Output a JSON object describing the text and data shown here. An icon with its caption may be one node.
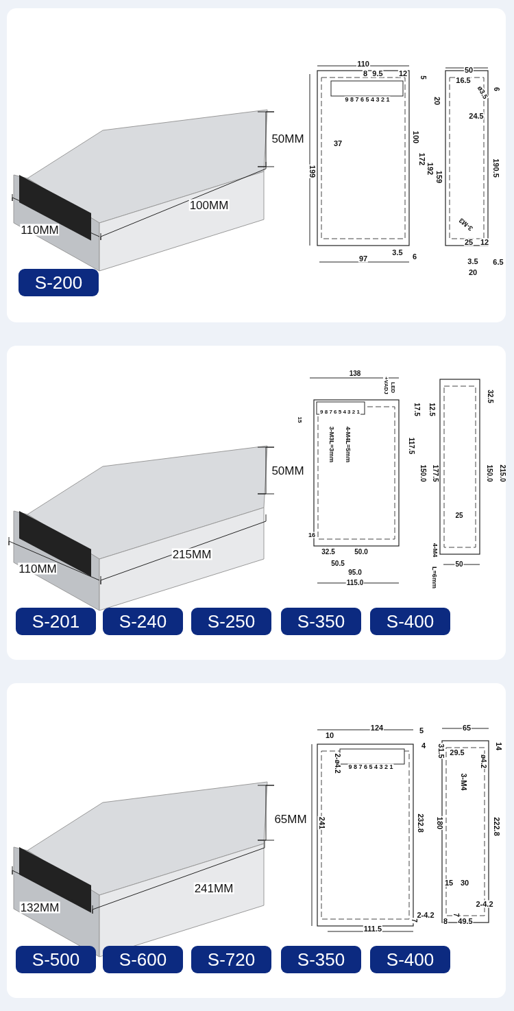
{
  "diagram": {
    "nodes": [
      {
        "text": [
          "S-200"
        ]
      },
      {
        "text": [
          "S-201"
        ]
      },
      {
        "text": [
          "S-240"
        ]
      },
      {
        "text": [
          "S-250"
        ]
      },
      {
        "text": [
          "S-350"
        ]
      },
      {
        "text": [
          "S-400"
        ]
      },
      {
        "text": [
          "S-500"
        ]
      },
      {
        "text": [
          "S-600"
        ]
      },
      {
        "text": [
          "S-720"
        ]
      },
      {
        "text": [
          "S-350"
        ]
      },
      {
        "text": [
          "S-400"
        ]
      }
    ],
    "labels": [
      "50MM",
      "100MM",
      "110MM",
      "110",
      "8",
      "9.5",
      "12",
      "5",
      "9 8 7 6 5 4 3 2 1",
      "37",
      "199",
      "100",
      "172",
      "192",
      "159",
      "50",
      "16.5",
      "20",
      "ø3.5",
      "6",
      "24.5",
      "190.5",
      "3-M3",
      "25",
      "12",
      "3.5",
      "6.5",
      "20",
      "97",
      "3.5",
      "6",
      "50MM",
      "215MM",
      "110MM",
      "138",
      "LED",
      "+VADJ",
      "9 8 7 6 5 4 3 2 1",
      "15",
      "3-M3L=3mm",
      "4-M4L=5mm",
      "17.5",
      "12.5",
      "117.5",
      "150.0",
      "177.5",
      "32.5",
      "150.0",
      "215.0",
      "25",
      "16",
      "32.5",
      "50.0",
      "50.5",
      "95.0",
      "115.0",
      "4-M4",
      "L=6mm",
      "50",
      "65MM",
      "241MM",
      "132MM",
      "124",
      "5",
      "10",
      "4",
      "2-ø4.2",
      "9 8 7 6 5 4 3 2 1",
      "241",
      "232.8",
      "65",
      "14",
      "31.5",
      "29.5",
      "3-M4",
      "ø4.2",
      "180",
      "222.8",
      "15",
      "30",
      "2-4.2",
      "2-4.2",
      "7",
      "7",
      "8",
      "49.5",
      "111.5"
    ]
  }
}
